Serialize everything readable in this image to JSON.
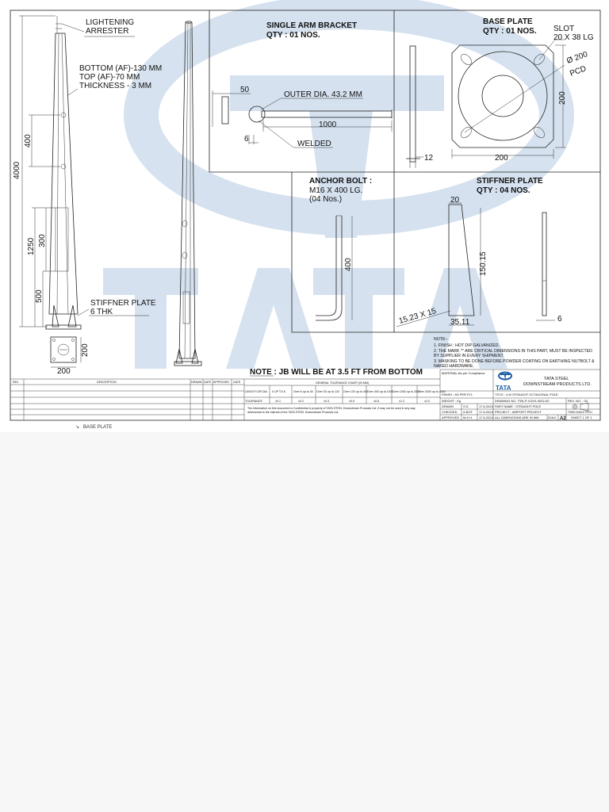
{
  "drawing": {
    "pole": {
      "lightening": "LIGHTENING",
      "arrester": "ARRESTER",
      "bottom": "BOTTOM (AF)-130 MM",
      "top": "TOP (AF)-70 MM",
      "thickness": "THICKNESS - 3 MM",
      "stiffner_label": "STIFFNER PLATE",
      "stiffner_thk": "6 THK",
      "dim_4000": "4000",
      "dim_400": "400",
      "dim_1250": "1250",
      "dim_300": "300",
      "dim_500": "500",
      "dim_base_200_w": "200",
      "dim_base_200_h": "200"
    },
    "bracket": {
      "title": "SINGLE ARM BRACKET",
      "qty": "QTY : 01 NOS.",
      "dim_50": "50",
      "outer_dia": "OUTER DIA.  43.2 MM",
      "dim_1000": "1000",
      "dim_6": "6",
      "welded": "WELDED"
    },
    "base_plate": {
      "title": "BASE PLATE",
      "qty": "QTY : 01 NOS.",
      "slot_1": "SLOT",
      "slot_2": "20 X 38 LG",
      "pcd_1": "Ø 200",
      "pcd_2": "PCD",
      "dim_200_v": "200",
      "dim_200_h": "200",
      "dim_12": "12"
    },
    "anchor": {
      "title": "ANCHOR BOLT :",
      "spec": "M16 X 400 LG.",
      "count": "(04 Nos.)",
      "dim_400": "400"
    },
    "stiffner": {
      "title": "STIFFNER PLATE",
      "qty": "QTY : 04 NOS.",
      "dim_20": "20",
      "dim_150": "150.15",
      "dim_1523": "15.23 X 15",
      "dim_3511": "35.11",
      "dim_6": "6"
    },
    "notes": {
      "heading": "NOTE:-",
      "n1": "1.   FINISH : HOT DIP GALVANIZED.",
      "n2a": "2.   THE MARK '*' ARE CRITICAL DIMENSIONS IN THIS PART,  MUST BE INSPECTED",
      "n2b": "      BY SUPPLIER IN EVERY SHIPMENT.",
      "n3a": "3.   MASKING TO BE DONE BEFORE POWDER COATING ON EARTHING NUTBOLT &",
      "n3b": "      NAKED HARDWARE."
    },
    "jb_note": "NOTE : JB WILL BE AT 3.5 FT FROM BOTTOM"
  },
  "revision_table": {
    "headers": [
      "REV",
      "DESCRIPTION",
      "DRAWN",
      "DATE",
      "APPROVED",
      "DATE"
    ]
  },
  "tolerance": {
    "title": "GENERAL TOLERANCE CHART (IN MM)",
    "row1": [
      "LENGTH OR DIA",
      "0 UP TO 6",
      "Over 6 up to 30",
      "Over 30 up to 120",
      "Over 120 up to 400",
      "Over 400 up to 1000",
      "Over 1000 up to 2000",
      "Over 2000 up to 4000"
    ],
    "row2": [
      "TOLERANCE",
      "±0.1",
      "±0.2",
      "±0.3",
      "±0.5",
      "±0.8",
      "±1.2",
      "±2.0"
    ],
    "confidential_1": "The information on this document is Confidential & property of TATA STEEL Downstream Products Ltd. It may not be used in any way",
    "confidential_2": "detrimental to the interest of the TATA STEEL Downstream Products Ltd."
  },
  "title_block": {
    "material": "MATERIAL:As per Compliance",
    "company_1": "TATA STEEL",
    "company_2": "DOWNSTREAM PRODUCTS LTD.",
    "logo_text": "TATA",
    "finish": "FINISH : AS PER P.O.",
    "weight": "WEIGHT : Kg",
    "title_line": "TITLE : 4 M STRAIGHT OCTAGONAL POLE",
    "drawing_no": "DRAWING NO. TSN-P-XXXX-0002-00",
    "rev_no": "REV. NO. : 00",
    "part_name": "PART NAME : STRAIGHT POLE",
    "project": "PROJECT : AIRPORT PROJECT",
    "all_dims": "ALL DIMENSIONS ARE IN MM",
    "scale": "SCALE",
    "size": "A2",
    "sheet": "SHEET 1 OF 1",
    "third_angle": "THIRD ANGLE PROJ.",
    "signers": [
      {
        "role": "DRAWN",
        "name": "S.S.",
        "date": "17.6.2024"
      },
      {
        "role": "CHECKED",
        "name": "A.BOT",
        "date": "17.6.2024"
      },
      {
        "role": "APPROVED",
        "name": "M.K.H.",
        "date": "17.6.2024"
      }
    ]
  },
  "below_label": "BASE PLATE"
}
